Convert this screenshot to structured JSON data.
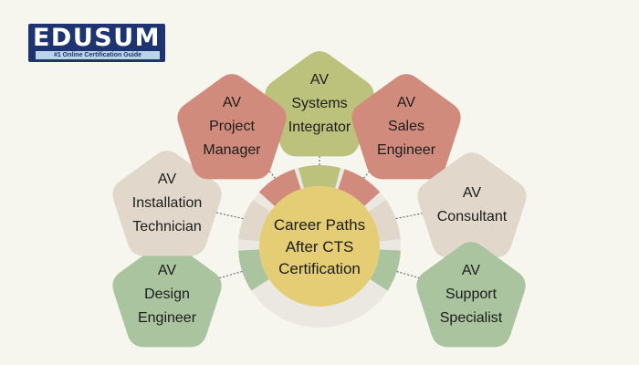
{
  "logo": {
    "name": "EDUSUM",
    "tagline": "#1 Online Certification Guide"
  },
  "center": {
    "lines": [
      "Career Paths",
      "After CTS",
      "Certification"
    ],
    "color": "#e5cd76"
  },
  "nodes": [
    {
      "lines": [
        "AV",
        "Systems",
        "Integrator"
      ],
      "color": "#bcc27c"
    },
    {
      "lines": [
        "AV",
        "Sales",
        "Engineer"
      ],
      "color": "#d18b7d"
    },
    {
      "lines": [
        "AV",
        "Consultant"
      ],
      "color": "#e1d7cb"
    },
    {
      "lines": [
        "AV",
        "Support",
        "Specialist"
      ],
      "color": "#a9c49e"
    },
    {
      "lines": [
        "AV",
        "Design",
        "Engineer"
      ],
      "color": "#a9c49e"
    },
    {
      "lines": [
        "AV",
        "Installation",
        "Technician"
      ],
      "color": "#e1d7cb"
    },
    {
      "lines": [
        "AV",
        "Project",
        "Manager"
      ],
      "color": "#d18b7d"
    }
  ]
}
